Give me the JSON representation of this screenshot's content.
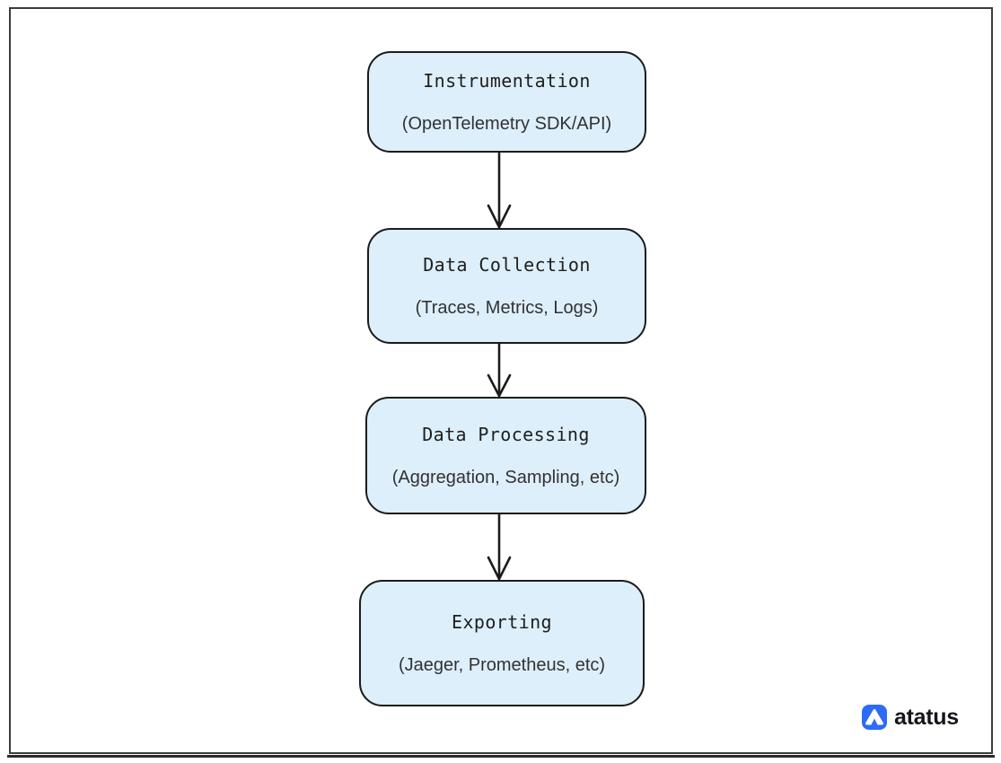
{
  "diagram": {
    "title_implied": "OpenTelemetry data pipeline flowchart",
    "nodes": [
      {
        "id": "instrumentation",
        "title": "Instrumentation",
        "subtitle": "(OpenTelemetry SDK/API)"
      },
      {
        "id": "data-collection",
        "title": "Data Collection",
        "subtitle": "(Traces, Metrics, Logs)"
      },
      {
        "id": "data-processing",
        "title": "Data Processing",
        "subtitle": "(Aggregation, Sampling, etc)"
      },
      {
        "id": "exporting",
        "title": "Exporting",
        "subtitle": "(Jaeger, Prometheus, etc)"
      }
    ],
    "edges": [
      {
        "from": "instrumentation",
        "to": "data-collection"
      },
      {
        "from": "data-collection",
        "to": "data-processing"
      },
      {
        "from": "data-processing",
        "to": "exporting"
      }
    ],
    "colors": {
      "node_fill": "#ddeffb",
      "node_border": "#1b1b1b",
      "arrow": "#1b1b1b",
      "frame_border": "#3b3b3b",
      "title_text": "#1e1e1e",
      "subtitle_text": "#323232"
    }
  },
  "branding": {
    "logo_text": "atatus",
    "logo_icon": "atatus-triangle-mark",
    "logo_blue": "#2d6bf6",
    "logo_text_color": "#14161b"
  }
}
